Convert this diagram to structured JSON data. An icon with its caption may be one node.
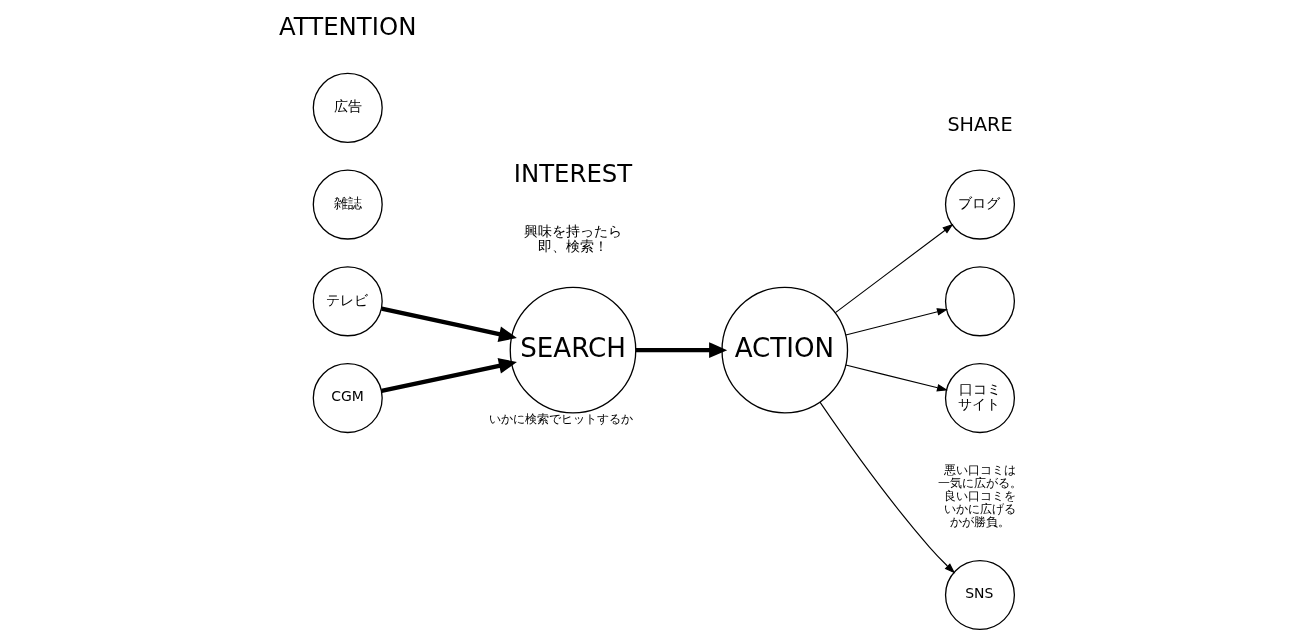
{
  "diagram": {
    "nodes": [
      {
        "text": [
          "テレビ"
        ]
      },
      {
        "text": [
          "雑誌"
        ]
      },
      {
        "text": [
          "広告"
        ]
      },
      {
        "text": [
          "CGM"
        ]
      },
      {
        "text": [
          "SEARCH"
        ],
        "beside": [
          "いかに検索でヒットするか"
        ]
      },
      {
        "text": [
          "ACTION"
        ]
      },
      {
        "text": [
          "ブログ"
        ]
      },
      {
        "text": [],
        "shape": "circle"
      },
      {
        "text": [
          "口コミサイト"
        ],
        "beside": [
          "悪い口コミは一気に広がる。良い口コミをいかに広げるかが勝負。"
        ]
      },
      {
        "text": [
          "SNS"
        ]
      }
    ],
    "edges": [
      {
        "from": 0,
        "to": 4,
        "arrow": "to",
        "style": "thick"
      },
      {
        "from": 3,
        "to": 4,
        "arrow": "to",
        "style": "thick"
      },
      {
        "from": 4,
        "to": 5,
        "arrow": "to",
        "style": "thick"
      },
      {
        "from": 5,
        "to": 6,
        "arrow": "to"
      },
      {
        "from": 5,
        "to": 7,
        "arrow": "to"
      },
      {
        "from": 5,
        "to": 8,
        "arrow": "to"
      },
      {
        "from": 5,
        "to": 9,
        "arrow": "to"
      }
    ],
    "labels": [
      "ATTENTION",
      "興味を持ったら即、検索！",
      "INTEREST",
      "SHARE"
    ]
  }
}
